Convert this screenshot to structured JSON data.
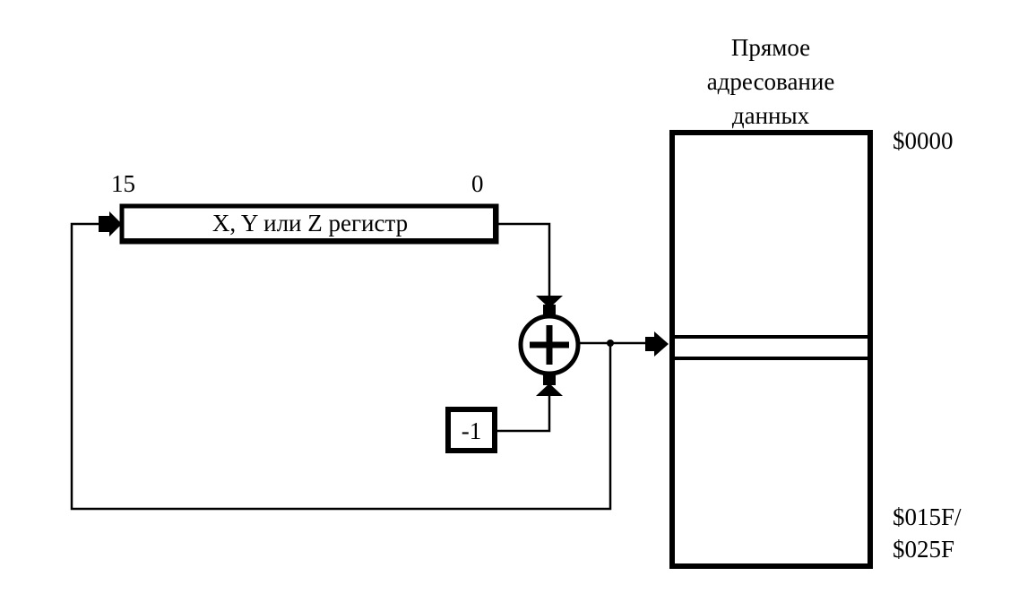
{
  "diagram": {
    "memory_title": {
      "line1": "Прямое",
      "line2": "адресование",
      "line3": "данных"
    },
    "register": {
      "label": "X, Y или Z регистр",
      "bit_high": "15",
      "bit_low": "0"
    },
    "constant": "-1",
    "address_top": "$0000",
    "address_bottom": {
      "line1": "$015F/",
      "line2": "$025F"
    }
  }
}
